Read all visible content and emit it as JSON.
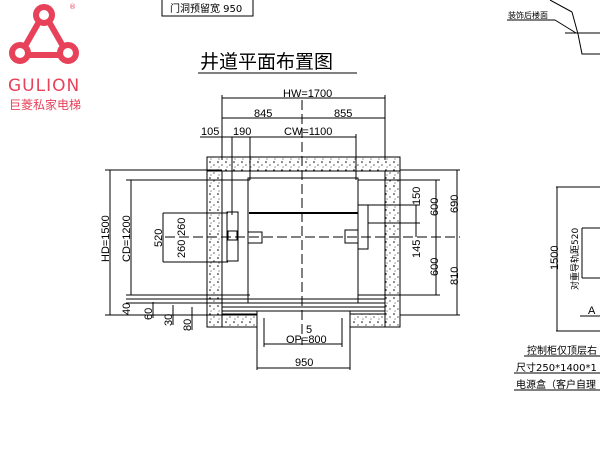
{
  "logo": {
    "brand": "GULION",
    "registered": "®",
    "subtitle": "巨菱私家电梯",
    "color": "#e8415a"
  },
  "door_box": "门洞预留宽 950",
  "title": "井道平面布置图",
  "dims": {
    "hw": "HW=1700",
    "left_half": "845",
    "right_half": "855",
    "d105": "105",
    "d190": "190",
    "cw": "CW=1100",
    "hd": "HD=1500",
    "cd": "CD=1200",
    "d520": "520",
    "d260a": "260",
    "d260b": "260",
    "r150": "150",
    "r600a": "600",
    "r690": "690",
    "r145": "145",
    "r600b": "600",
    "r810": "810",
    "b40": "40",
    "b60": "60",
    "b30": "30",
    "b80": "80",
    "d5": "5",
    "op": "OP=800",
    "d950": "950"
  },
  "side": {
    "floor_label": "装饰后楼面",
    "h1500": "1500",
    "rail_label": "对重导轨距520",
    "section": "A",
    "note1": "控制柜仅顶层右",
    "note2": "尺寸250*1400*1",
    "note3": "电源盒（客户自理"
  }
}
